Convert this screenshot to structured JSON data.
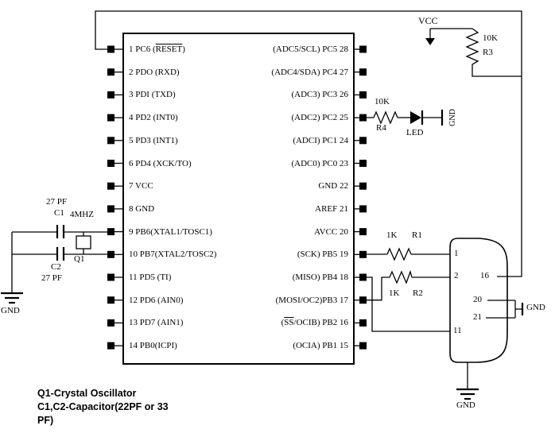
{
  "ic": {
    "left_pins": [
      {
        "segments": [
          {
            "t": "1 PC6 ("
          },
          {
            "t": "RESET",
            "ov": true
          },
          {
            "t": ")"
          }
        ]
      },
      {
        "segments": [
          {
            "t": "2 PDO (RXD)"
          }
        ]
      },
      {
        "segments": [
          {
            "t": "3 PDI (TXD)"
          }
        ]
      },
      {
        "segments": [
          {
            "t": "4 PD2 (INT0)"
          }
        ]
      },
      {
        "segments": [
          {
            "t": "5 PD3 (INT1)"
          }
        ]
      },
      {
        "segments": [
          {
            "t": "6 PD4 (XCK/TO)"
          }
        ]
      },
      {
        "segments": [
          {
            "t": "7 VCC"
          }
        ]
      },
      {
        "segments": [
          {
            "t": "8 GND"
          }
        ]
      },
      {
        "segments": [
          {
            "t": "9 PB6(XTAL1/TOSC1)"
          }
        ]
      },
      {
        "segments": [
          {
            "t": "10 PB7(XTAL2/TOSC2)"
          }
        ]
      },
      {
        "segments": [
          {
            "t": "11 PD5 (TI)"
          }
        ]
      },
      {
        "segments": [
          {
            "t": "12 PD6 (AIN0)"
          }
        ]
      },
      {
        "segments": [
          {
            "t": "13 PD7 (AIN1)"
          }
        ]
      },
      {
        "segments": [
          {
            "t": "14 PB0(ICPI)"
          }
        ]
      }
    ],
    "right_pins": [
      {
        "segments": [
          {
            "t": "(ADC5/SCL) PC5 28"
          }
        ]
      },
      {
        "segments": [
          {
            "t": "(ADC4/SDA) PC4 27"
          }
        ]
      },
      {
        "segments": [
          {
            "t": "(ADC3) PC3 26"
          }
        ]
      },
      {
        "segments": [
          {
            "t": "(ADC2) PC2 25"
          }
        ]
      },
      {
        "segments": [
          {
            "t": "(ADCI) PC1 24"
          }
        ]
      },
      {
        "segments": [
          {
            "t": "(ADC0) PC0 23"
          }
        ]
      },
      {
        "segments": [
          {
            "t": "GND 22"
          }
        ]
      },
      {
        "segments": [
          {
            "t": "AREF 21"
          }
        ]
      },
      {
        "segments": [
          {
            "t": "AVCC 20"
          }
        ]
      },
      {
        "segments": [
          {
            "t": "(SCK) PB5 19"
          }
        ]
      },
      {
        "segments": [
          {
            "t": "(MISO) PB4 18"
          }
        ]
      },
      {
        "segments": [
          {
            "t": "(MOSI/OC2)PB3 17"
          }
        ]
      },
      {
        "segments": [
          {
            "t": "("
          },
          {
            "t": "SS",
            "ov": true
          },
          {
            "t": "/OCIB) PB2 16"
          }
        ]
      },
      {
        "segments": [
          {
            "t": "(OCIA) PB1 15"
          }
        ]
      }
    ]
  },
  "connector": {
    "pins": [
      "1",
      "2",
      "16",
      "20",
      "21",
      "11"
    ]
  },
  "labels": {
    "vcc": "VCC",
    "r3_value": "10K",
    "r3_ref": "R3",
    "r4_value": "10K",
    "r4_ref": "R4",
    "led": "LED",
    "led_gnd": "GND",
    "c1_value": "27 PF",
    "c1_ref": "C1",
    "xtal_value": "4MHZ",
    "q1_ref": "Q1",
    "c2_ref": "C2",
    "c2_value": "27 PF",
    "gnd_left": "GND",
    "r1_value": "1K",
    "r1_ref": "R1",
    "r2_value": "1K",
    "r2_ref": "R2",
    "gnd_right": "GND",
    "gnd_bottom": "GND"
  },
  "notes": {
    "line1": "Q1-Crystal Oscillator",
    "line2": "C1,C2-Capacitor(22PF or 33",
    "line3": "PF)"
  }
}
